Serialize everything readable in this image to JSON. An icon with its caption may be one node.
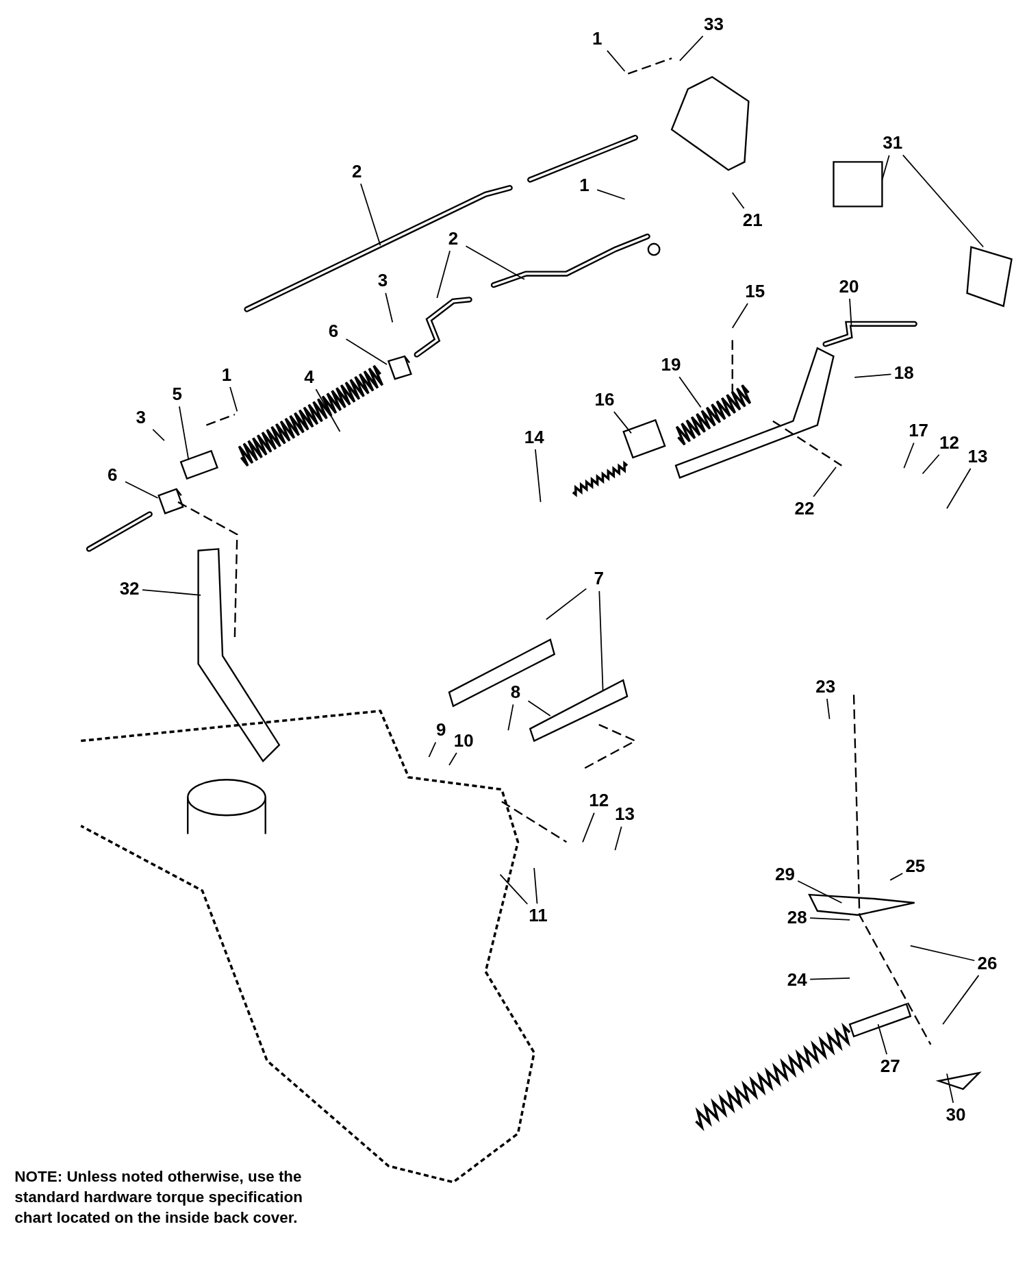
{
  "diagram": {
    "nodes": [
      {
        "text": [
          "33"
        ]
      },
      {
        "text": [
          "1"
        ]
      },
      {
        "text": [
          "31"
        ]
      },
      {
        "text": [
          "2"
        ]
      },
      {
        "text": [
          "1"
        ]
      },
      {
        "text": [
          "21"
        ]
      },
      {
        "text": [
          "2"
        ]
      },
      {
        "text": [
          "3"
        ]
      },
      {
        "text": [
          "15"
        ]
      },
      {
        "text": [
          "20"
        ]
      },
      {
        "text": [
          "6"
        ]
      },
      {
        "text": [
          "4"
        ]
      },
      {
        "text": [
          "19"
        ]
      },
      {
        "text": [
          "18"
        ]
      },
      {
        "text": [
          "1"
        ]
      },
      {
        "text": [
          "5"
        ]
      },
      {
        "text": [
          "16"
        ]
      },
      {
        "text": [
          "3"
        ]
      },
      {
        "text": [
          "14"
        ]
      },
      {
        "text": [
          "17"
        ]
      },
      {
        "text": [
          "12"
        ]
      },
      {
        "text": [
          "13"
        ]
      },
      {
        "text": [
          "6"
        ]
      },
      {
        "text": [
          "22"
        ]
      },
      {
        "text": [
          "7"
        ]
      },
      {
        "text": [
          "32"
        ]
      },
      {
        "text": [
          "23"
        ]
      },
      {
        "text": [
          "8"
        ]
      },
      {
        "text": [
          "9"
        ]
      },
      {
        "text": [
          "10"
        ]
      },
      {
        "text": [
          "12"
        ]
      },
      {
        "text": [
          "13"
        ]
      },
      {
        "text": [
          "25"
        ]
      },
      {
        "text": [
          "29"
        ]
      },
      {
        "text": [
          "11"
        ]
      },
      {
        "text": [
          "28"
        ]
      },
      {
        "text": [
          "26"
        ]
      },
      {
        "text": [
          "24"
        ]
      },
      {
        "text": [
          "27"
        ]
      },
      {
        "text": [
          "30"
        ]
      }
    ],
    "edges": [
      {
        "from": 0,
        "to": null,
        "arrow": "none"
      },
      {
        "from": 1,
        "to": null,
        "arrow": "none"
      },
      {
        "from": 2,
        "to": null,
        "arrow": "none"
      },
      {
        "from": 2,
        "to": null,
        "arrow": "none"
      },
      {
        "from": 3,
        "to": null,
        "arrow": "none"
      },
      {
        "from": 4,
        "to": null,
        "arrow": "none"
      },
      {
        "from": 5,
        "to": null,
        "arrow": "none"
      },
      {
        "from": 6,
        "to": null,
        "arrow": "none"
      },
      {
        "from": 6,
        "to": null,
        "arrow": "none"
      },
      {
        "from": 7,
        "to": null,
        "arrow": "none"
      },
      {
        "from": 8,
        "to": null,
        "arrow": "none"
      },
      {
        "from": 9,
        "to": null,
        "arrow": "none"
      },
      {
        "from": 10,
        "to": null,
        "arrow": "none"
      },
      {
        "from": 11,
        "to": null,
        "arrow": "none"
      },
      {
        "from": 12,
        "to": null,
        "arrow": "none"
      },
      {
        "from": 13,
        "to": null,
        "arrow": "none"
      },
      {
        "from": 14,
        "to": null,
        "arrow": "none"
      },
      {
        "from": 15,
        "to": null,
        "arrow": "none"
      },
      {
        "from": 16,
        "to": null,
        "arrow": "none"
      },
      {
        "from": 17,
        "to": null,
        "arrow": "none"
      },
      {
        "from": 18,
        "to": null,
        "arrow": "none"
      },
      {
        "from": 19,
        "to": null,
        "arrow": "none"
      },
      {
        "from": 20,
        "to": null,
        "arrow": "none"
      },
      {
        "from": 21,
        "to": null,
        "arrow": "none"
      },
      {
        "from": 22,
        "to": null,
        "arrow": "none"
      },
      {
        "from": 23,
        "to": null,
        "arrow": "none"
      },
      {
        "from": 24,
        "to": null,
        "arrow": "none"
      },
      {
        "from": 24,
        "to": null,
        "arrow": "none"
      },
      {
        "from": 25,
        "to": null,
        "arrow": "none"
      },
      {
        "from": 26,
        "to": null,
        "arrow": "none"
      },
      {
        "from": 27,
        "to": null,
        "arrow": "none"
      },
      {
        "from": 27,
        "to": null,
        "arrow": "none"
      },
      {
        "from": 28,
        "to": null,
        "arrow": "none"
      },
      {
        "from": 29,
        "to": null,
        "arrow": "none"
      },
      {
        "from": 30,
        "to": null,
        "arrow": "none"
      },
      {
        "from": 31,
        "to": null,
        "arrow": "none"
      },
      {
        "from": 32,
        "to": null,
        "arrow": "none"
      },
      {
        "from": 33,
        "to": null,
        "arrow": "none"
      },
      {
        "from": 34,
        "to": null,
        "arrow": "none"
      },
      {
        "from": 34,
        "to": null,
        "arrow": "none"
      },
      {
        "from": 35,
        "to": null,
        "arrow": "none"
      },
      {
        "from": 36,
        "to": null,
        "arrow": "none"
      },
      {
        "from": 36,
        "to": null,
        "arrow": "none"
      },
      {
        "from": 37,
        "to": null,
        "arrow": "none"
      },
      {
        "from": 38,
        "to": null,
        "arrow": "none"
      },
      {
        "from": 39,
        "to": null,
        "arrow": "none"
      }
    ],
    "labels": [
      "NOTE: Unless noted otherwise, use the standard hardware torque specification chart located on the inside back cover."
    ]
  }
}
